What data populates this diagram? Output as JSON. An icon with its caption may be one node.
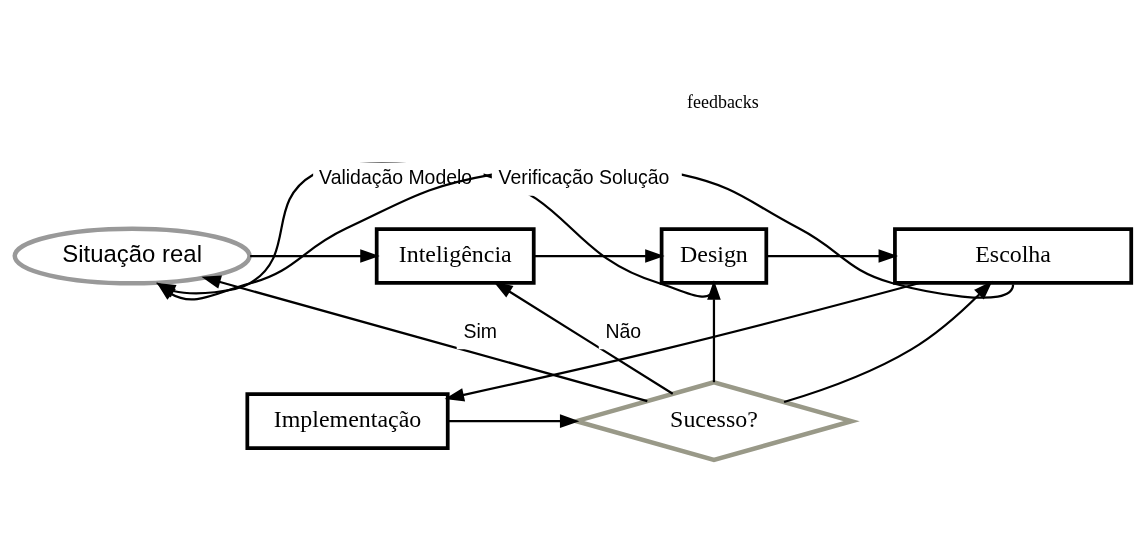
{
  "diagram": {
    "nodes": [
      {
        "text": [
          "Situação real"
        ]
      },
      {
        "text": [
          "Inteligência"
        ]
      },
      {
        "text": [
          "Design"
        ]
      },
      {
        "text": [
          "Escolha"
        ]
      },
      {
        "text": [
          "Implementação"
        ]
      },
      {
        "text": [
          "Sucesso?"
        ]
      }
    ],
    "edges": [
      {
        "from": 0,
        "to": 1,
        "arrow": "to"
      },
      {
        "from": 1,
        "to": 2,
        "arrow": "to"
      },
      {
        "from": 2,
        "to": 3,
        "arrow": "to"
      },
      {
        "from": 2,
        "to": 0,
        "arrow": "to",
        "label": "Validação Modelo"
      },
      {
        "from": 3,
        "to": 0,
        "arrow": "to",
        "label": "Verificação Solução"
      },
      {
        "from": 3,
        "to": 4,
        "arrow": "to"
      },
      {
        "from": 4,
        "to": 5,
        "arrow": "to"
      },
      {
        "from": 5,
        "to": 0,
        "arrow": "to",
        "label": "Sim"
      },
      {
        "from": 5,
        "to": 1,
        "arrow": "to",
        "label": "Não"
      },
      {
        "from": 5,
        "to": 2,
        "arrow": "to"
      },
      {
        "from": 5,
        "to": 3,
        "arrow": "to"
      }
    ],
    "labels": [
      "feedbacks"
    ]
  }
}
